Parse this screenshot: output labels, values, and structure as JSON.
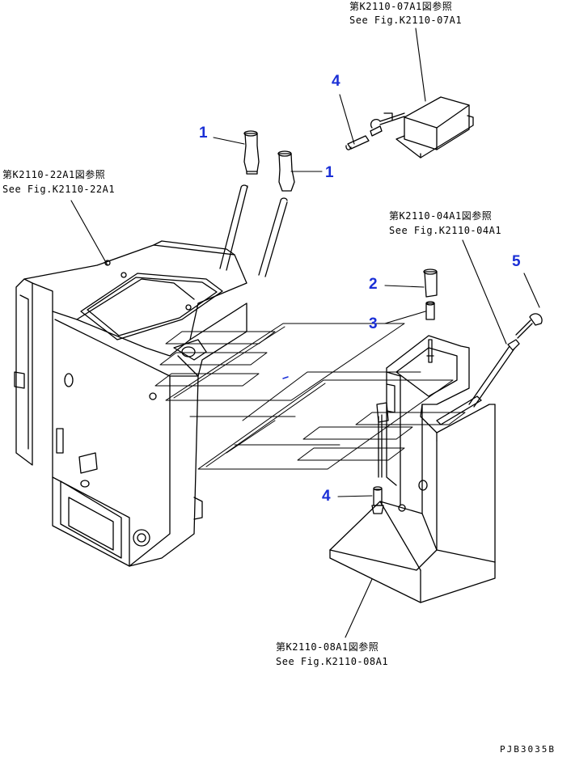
{
  "callouts": [
    {
      "id": "1a",
      "label": "1"
    },
    {
      "id": "1b",
      "label": "1"
    },
    {
      "id": "2",
      "label": "2"
    },
    {
      "id": "3",
      "label": "3"
    },
    {
      "id": "4a",
      "label": "4"
    },
    {
      "id": "4b",
      "label": "4"
    },
    {
      "id": "5",
      "label": "5"
    }
  ],
  "references": {
    "k2110_07": {
      "jp": "第K2110-07A1図参照",
      "en": "See Fig.K2110-07A1"
    },
    "k2110_22": {
      "jp": "第K2110-22A1図参照",
      "en": "See Fig.K2110-22A1"
    },
    "k2110_04": {
      "jp": "第K2110-04A1図参照",
      "en": "See Fig.K2110-04A1"
    },
    "k2110_08": {
      "jp": "第K2110-08A1図参照",
      "en": "See Fig.K2110-08A1"
    }
  },
  "drawing_code": "PJB3035B",
  "colors": {
    "callout": "#1a2fd6",
    "line": "#000000",
    "background": "#ffffff"
  }
}
